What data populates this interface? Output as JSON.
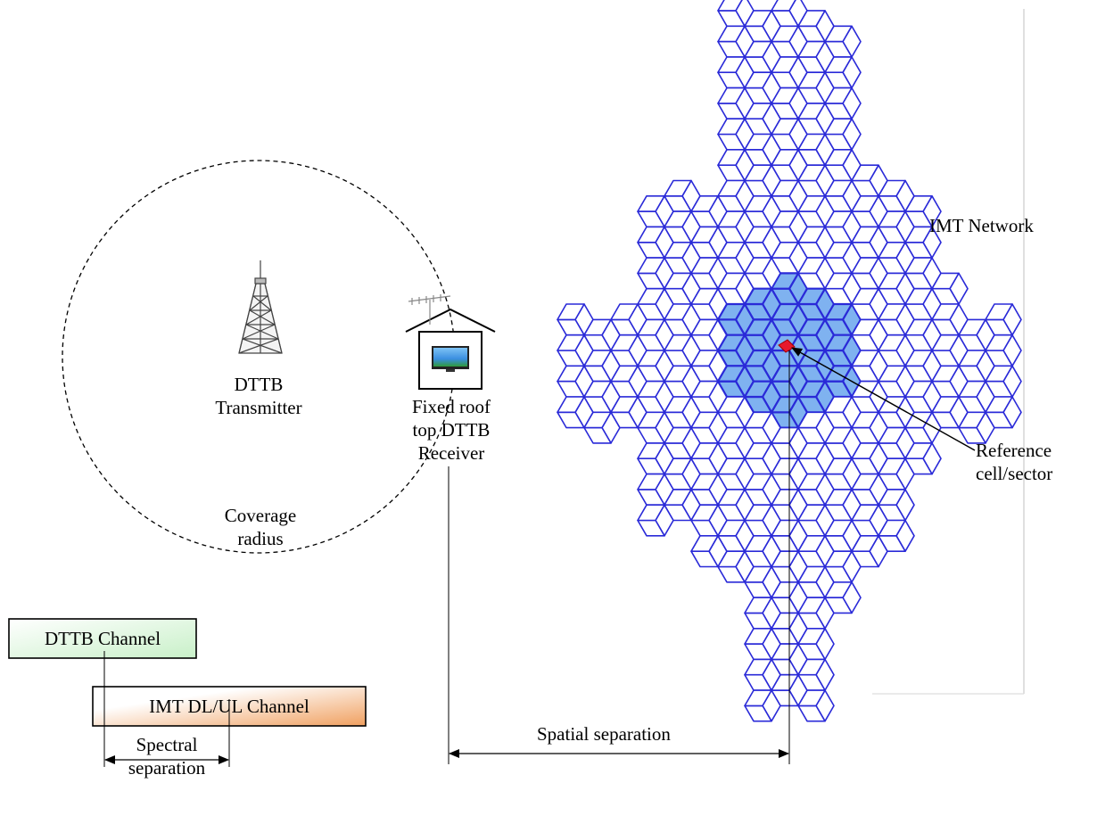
{
  "labels": {
    "dttb_transmitter_line1": "DTTB",
    "dttb_transmitter_line2": "Transmitter",
    "receiver_line1": "Fixed roof",
    "receiver_line2": "top DTTB",
    "receiver_line3": "Receiver",
    "coverage_line1": "Coverage",
    "coverage_line2": "radius",
    "imt_network": "IMT Network",
    "reference_line1": "Reference",
    "reference_line2": "cell/sector",
    "spatial_separation": "Spatial separation",
    "spectral_line1": "Spectral",
    "spectral_line2": "separation",
    "dttb_channel": "DTTB Channel",
    "imt_channel": "IMT DL/UL Channel"
  },
  "colors": {
    "cell_outline": "#2a2ad8",
    "cell_fill_highlight": "#7fb2f0",
    "reference_cell": "#e8192c",
    "dttb_channel_gradient_end": "#c8f0c8",
    "imt_channel_gradient_end": "#f0a060"
  },
  "icons": {
    "transmitter": "transmission-tower-icon",
    "receiver": "house-with-antenna-and-tv-icon"
  }
}
